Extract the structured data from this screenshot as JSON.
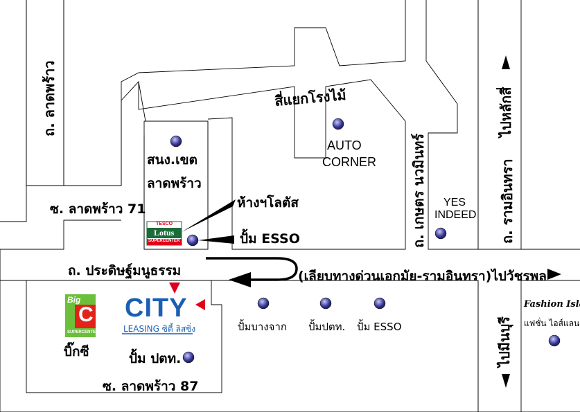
{
  "roads": {
    "lat_phrao_road": "ถ. ลาดพร้าว",
    "yaek_rong_mai": "สี่แยกโรงไม้",
    "kaset_nawamin": "ถ. เกษตร นวมินทร์",
    "ramintra_road": "ถ. รามอินทรา",
    "pradit_manutham": "ถ. ประดิษฐ์มนูธรรม",
    "soi_lat_phrao_71": "ซ. ลาดพร้าว 71",
    "soi_lat_phrao_87": "ซ. ลาดพร้าว 87",
    "to_lak_si": "ไปหลักสี่",
    "to_min_buri": "ไปมีนบุรี"
  },
  "places": {
    "district_office_line1": "สนง.เขต",
    "district_office_line2": "ลาดพร้าว",
    "auto_corner_line1": "AUTO",
    "auto_corner_line2": "CORNER",
    "yes_indeed_line1": "YES",
    "yes_indeed_line2": "INDEED",
    "lotus_callout": "ห้างฯโลตัส",
    "esso_callout": "ปั้ม ESSO",
    "detour_note": "(เลียบทางด่วนเอกมัย-รามอินทรา)ไปวัชรพล",
    "bangchak": "ปั้มบางจาก",
    "ptt_1": "ปั้มปตท.",
    "esso_2": "ปั้ม ESSO",
    "fashion_island_logo": "Fashion Island",
    "fashion_island_thai": "แฟชั่น ไอส์แลน",
    "big_c": "บิ๊กซี",
    "ptt_2": "ปั้ม ปตท."
  },
  "logos": {
    "lotus_top": "TESCO",
    "lotus_name": "Lotus",
    "lotus_sub": "SUPERCENTER",
    "bigc_top": "Big",
    "bigc_letter": "C",
    "bigc_sub": "SUPERCENTER",
    "city_name": "CITY",
    "city_sub": "LEASING ซิตี้ ลิสซิ่ง"
  },
  "colors": {
    "marker": "#3a3aa0",
    "marker_highlight": "#c8c8f0",
    "road_stroke": "#000000",
    "red_marker": "#e0001b",
    "city_blue": "#1a5fb4",
    "bigc_green": "#6cbf3a",
    "bigc_red": "#e2231a",
    "lotus_green": "#1c6b3a"
  }
}
